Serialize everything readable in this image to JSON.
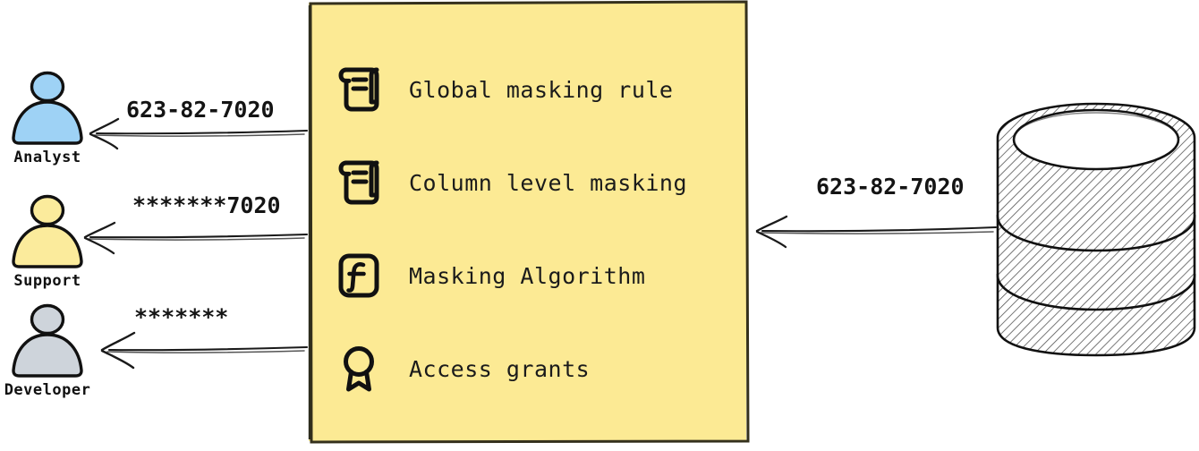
{
  "diagram": {
    "type": "data-masking-flow",
    "background_color": "#ffffff",
    "panel": {
      "name": "masking-policy-panel",
      "fill_color": "#fcea94",
      "border_color": "#3a3a2a",
      "items": [
        {
          "icon": "scroll-icon",
          "label": "Global masking rule"
        },
        {
          "icon": "scroll-icon",
          "label": "Column level masking"
        },
        {
          "icon": "function-icon",
          "label": "Masking Algorithm"
        },
        {
          "icon": "award-icon",
          "label": "Access grants"
        }
      ]
    },
    "actors": [
      {
        "name": "analyst",
        "label": "Analyst",
        "color": "#9ed2f5",
        "flow_label": "623-82-7020"
      },
      {
        "name": "support",
        "label": "Support",
        "color": "#fbeb9c",
        "flow_label": "*******7020"
      },
      {
        "name": "developer",
        "label": "Developer",
        "color": "#ced4db",
        "flow_label": "*******"
      }
    ],
    "source": {
      "name": "database",
      "icon": "database-cylinder-icon",
      "flow_label": "623-82-7020"
    }
  }
}
